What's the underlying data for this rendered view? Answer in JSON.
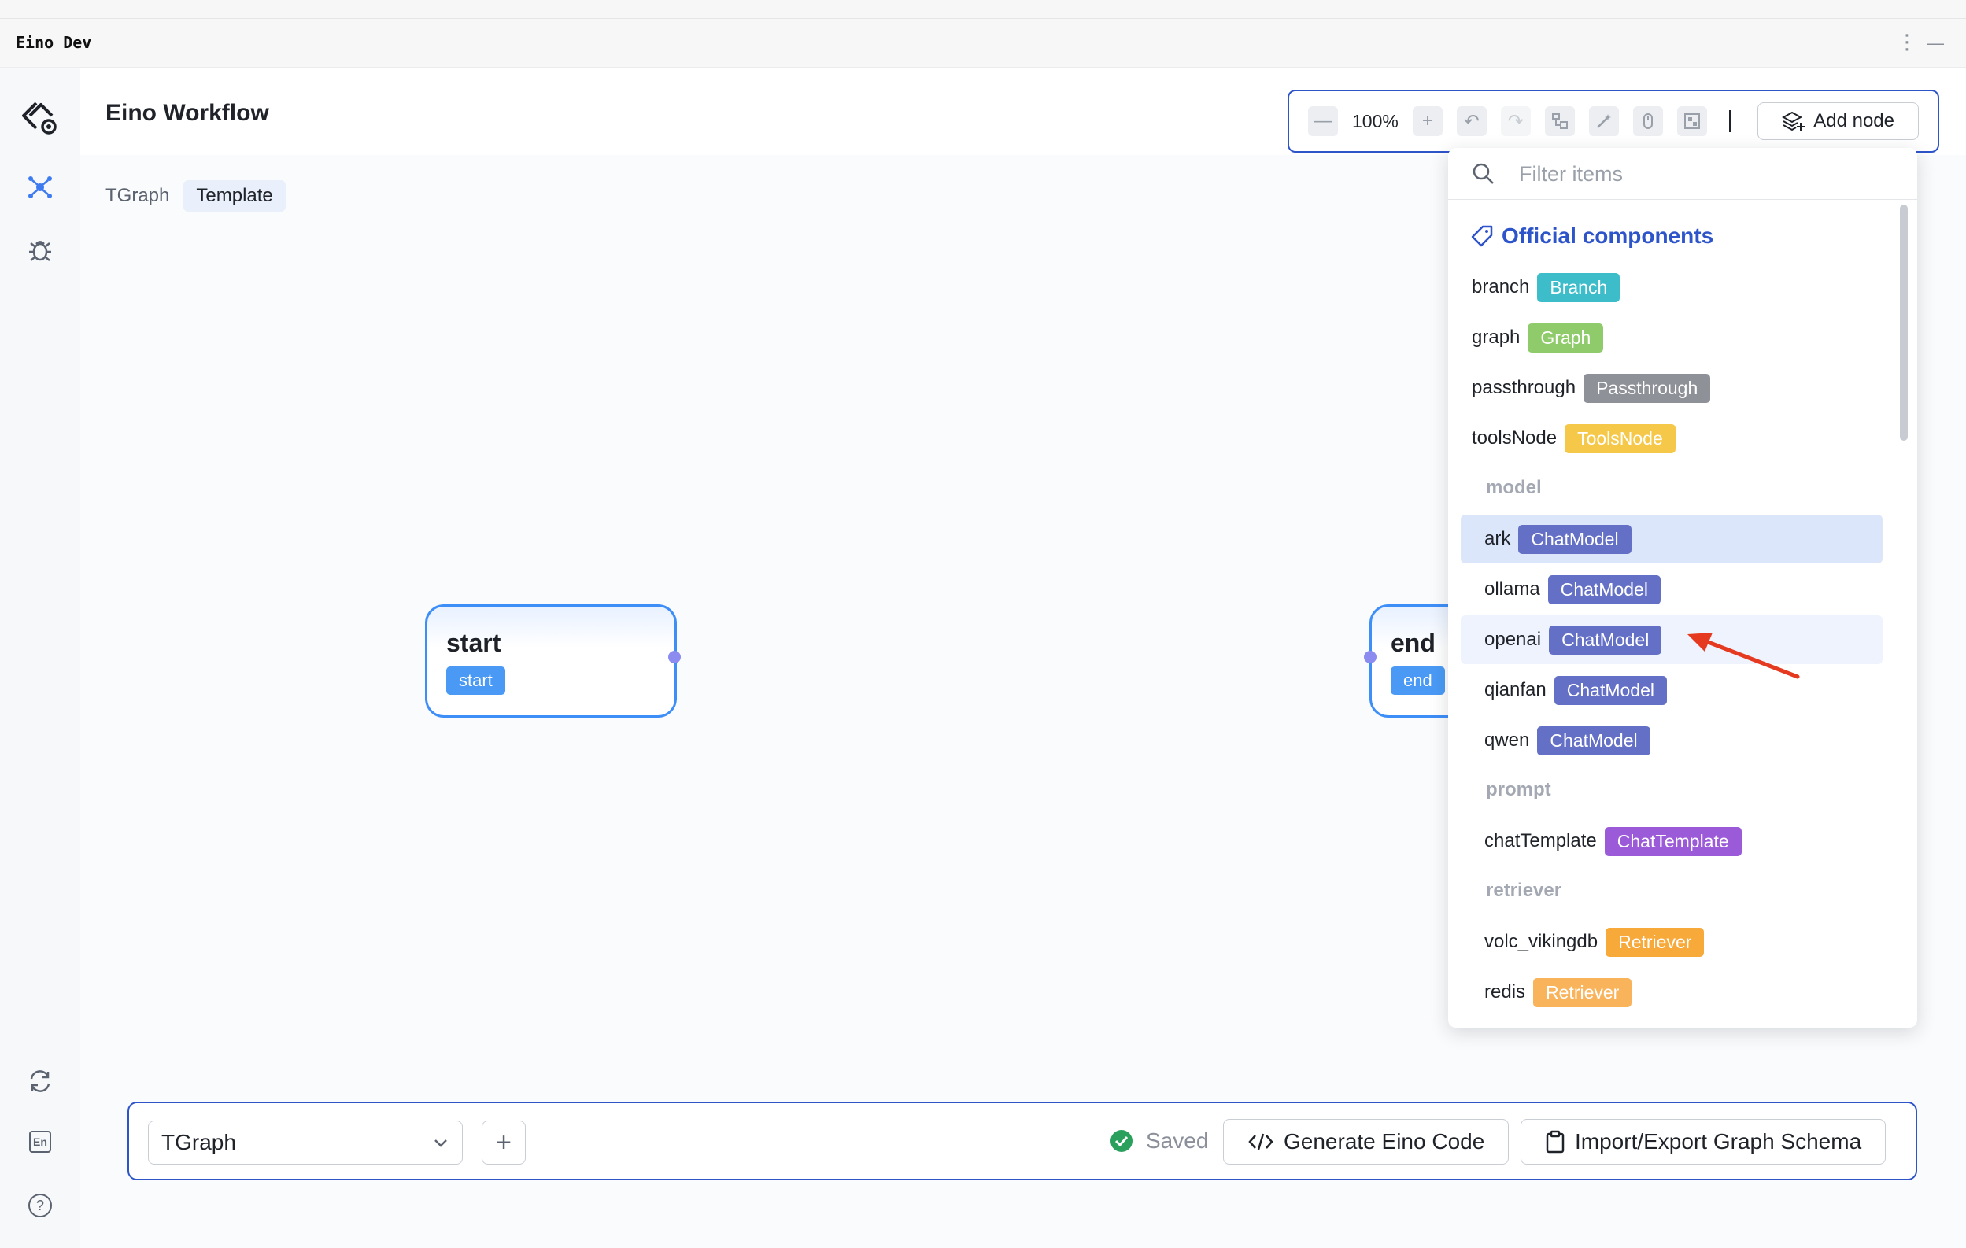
{
  "window": {
    "title": "Eino Dev",
    "more_glyph": "⋮",
    "minimize_glyph": "—"
  },
  "sidebar": {
    "items": [
      {
        "icon": "eino-logo-icon"
      },
      {
        "icon": "workflow-graph-icon",
        "active": true
      },
      {
        "icon": "debug-bug-icon"
      },
      {
        "icon": "sync-icon"
      },
      {
        "icon": "language-en-icon",
        "label": "En"
      },
      {
        "icon": "help-icon",
        "label": "?"
      }
    ]
  },
  "header": {
    "title": "Eino Workflow"
  },
  "breadcrumb": {
    "item": "TGraph",
    "tag": "Template"
  },
  "toolbar": {
    "zoom_out": "—",
    "zoom_level": "100%",
    "zoom_in": "+",
    "undo": "↶",
    "redo": "↷",
    "add_node_label": "Add node"
  },
  "canvas": {
    "nodes": [
      {
        "title": "start",
        "tag": "start"
      },
      {
        "title": "end",
        "tag": "end"
      }
    ]
  },
  "dropdown": {
    "search_placeholder": "Filter items",
    "group_title": "Official components",
    "items": [
      {
        "name": "branch",
        "tag": "Branch",
        "color": "#3dbdc9"
      },
      {
        "name": "graph",
        "tag": "Graph",
        "color": "#8fcb6a"
      },
      {
        "name": "passthrough",
        "tag": "Passthrough",
        "color": "#8e9198"
      },
      {
        "name": "toolsNode",
        "tag": "ToolsNode",
        "color": "#f6c84a"
      }
    ],
    "sections": [
      {
        "title": "model",
        "items": [
          {
            "name": "ark",
            "tag": "ChatModel",
            "color": "#6470c6",
            "state": "selected"
          },
          {
            "name": "ollama",
            "tag": "ChatModel",
            "color": "#6470c6"
          },
          {
            "name": "openai",
            "tag": "ChatModel",
            "color": "#6470c6",
            "state": "hovered"
          },
          {
            "name": "qianfan",
            "tag": "ChatModel",
            "color": "#6470c6"
          },
          {
            "name": "qwen",
            "tag": "ChatModel",
            "color": "#6470c6"
          }
        ]
      },
      {
        "title": "prompt",
        "items": [
          {
            "name": "chatTemplate",
            "tag": "ChatTemplate",
            "color": "#9b5ad8"
          }
        ]
      },
      {
        "title": "retriever",
        "items": [
          {
            "name": "volc_vikingdb",
            "tag": "Retriever",
            "color": "#f7a93a"
          },
          {
            "name": "redis",
            "tag": "Retriever",
            "color": "#f9b35a"
          }
        ]
      }
    ]
  },
  "bottombar": {
    "graph_select_value": "TGraph",
    "add_graph": "+",
    "saved_label": "Saved",
    "generate_label": "Generate Eino Code",
    "import_export_label": "Import/Export Graph Schema"
  },
  "colors": {
    "accent": "#2e54c9",
    "node_border": "#3e8ef7",
    "saved_green": "#2aa05c",
    "annotation_arrow": "#e53a1f"
  }
}
